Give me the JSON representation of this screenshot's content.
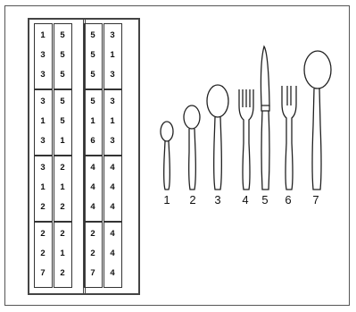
{
  "tray": {
    "cells": [
      [
        [
          "1",
          "3",
          "3"
        ],
        [
          "5",
          "5",
          "5"
        ],
        [
          "5",
          "5",
          "5"
        ],
        [
          "3",
          "1",
          "3"
        ]
      ],
      [
        [
          "3",
          "1",
          "3"
        ],
        [
          "5",
          "5",
          "1"
        ],
        [
          "5",
          "1",
          "6"
        ],
        [
          "3",
          "1",
          "3"
        ]
      ],
      [
        [
          "3",
          "1",
          "2"
        ],
        [
          "2",
          "1",
          "2"
        ],
        [
          "4",
          "4",
          "4"
        ],
        [
          "4",
          "4",
          "4"
        ]
      ],
      [
        [
          "2",
          "2",
          "7"
        ],
        [
          "2",
          "1",
          "2"
        ],
        [
          "2",
          "2",
          "7"
        ],
        [
          "4",
          "4",
          "4"
        ]
      ]
    ]
  },
  "cutlery": {
    "labels": [
      "1",
      "2",
      "3",
      "4",
      "5",
      "6",
      "7"
    ],
    "items": [
      "small-spoon",
      "teaspoon",
      "tablespoon",
      "fork",
      "knife",
      "cake-fork",
      "ladle-spoon"
    ]
  }
}
